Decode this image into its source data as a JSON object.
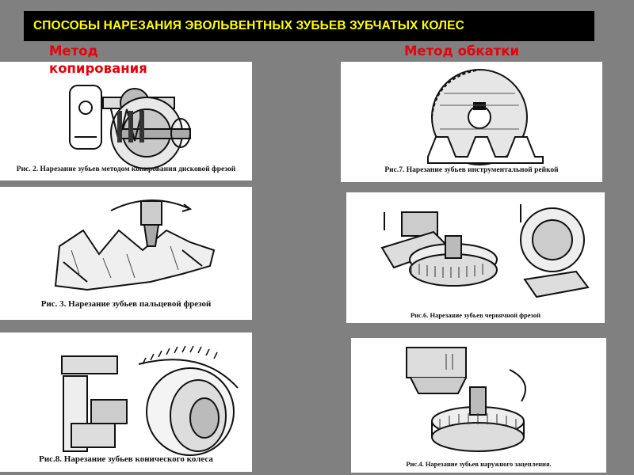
{
  "slide": {
    "title": "СПОСОБЫ НАРЕЗАНИЯ ЭВОЛЬВЕНТНЫХ ЗУБЬЕВ ЗУБЧАТЫХ КОЛЕС",
    "left_heading": "Метод копирования",
    "right_heading": "Метод обкатки"
  },
  "figures": {
    "fig2": "Рис. 2. Нарезание зубьев методом копирования дисковой фрезой",
    "fig3": "Рис. 3. Нарезание зубьев пальцевой фрезой",
    "fig8": "Рис.8. Нарезание зубьев конического колеса",
    "fig7": "Рис.7. Нарезание зубьев инструментальной рейкой",
    "fig6": "Рис.6. Нарезание зубьев червячной фрезой",
    "fig4": "Рис.4. Нарезание зубьев наружного зацепления."
  },
  "colors": {
    "background": "#808080",
    "title_bar": "#000000",
    "title_text": "#ffff00",
    "heading_text": "#e8000a"
  }
}
